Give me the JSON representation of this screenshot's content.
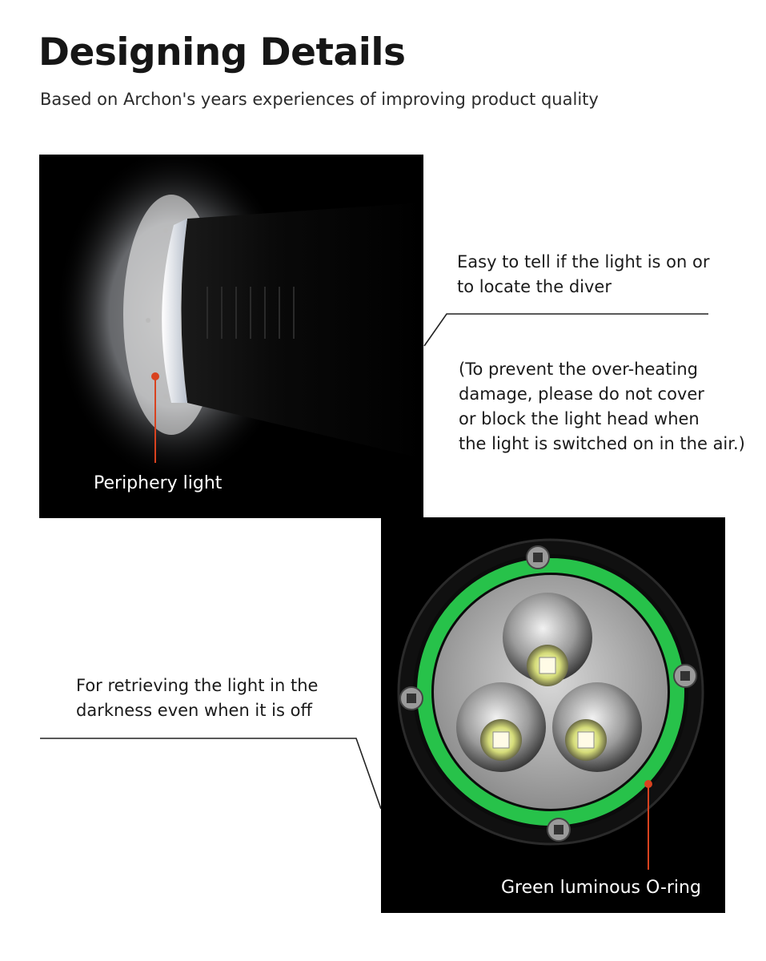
{
  "header": {
    "title": "Designing Details",
    "subtitle": "Based on Archon's years experiences of improving product quality"
  },
  "periphery": {
    "label": "Periphery light",
    "callout_lines": [
      "Easy to tell if the light is on or",
      "to locate the diver"
    ],
    "warning_lines": [
      "(To prevent the over-heating",
      "damage, please do not cover",
      "or block the light head when",
      "the light is switched on in the air.)"
    ]
  },
  "oring": {
    "label": "Green luminous O-ring",
    "callout_lines": [
      "For retrieving the light in the",
      "darkness even when it is off"
    ]
  },
  "colors": {
    "marker": "#d9421f",
    "glow_green": "#27c24a",
    "background": "#ffffff",
    "photo_bg": "#000000"
  }
}
